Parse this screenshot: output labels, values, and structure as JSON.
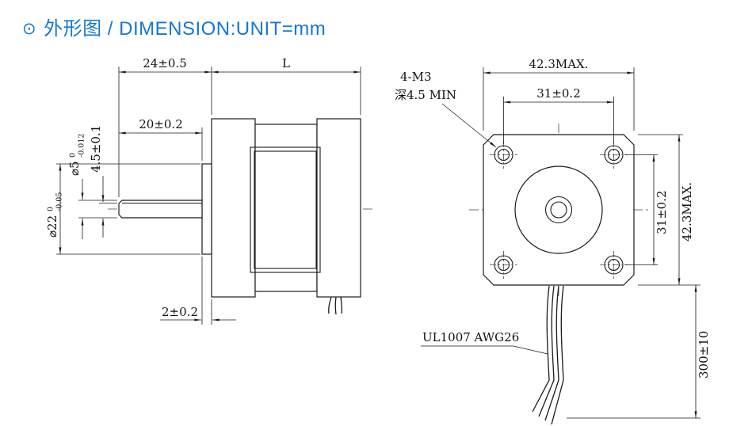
{
  "colors": {
    "accent_blue": "#1677d2",
    "line": "#1a1a1a"
  },
  "title": {
    "bullet": "⊙",
    "text": "外形图 / DIMENSION:UNIT=mm"
  },
  "side_view": {
    "dim_shaft_extension": "24±0.5",
    "dim_body_length": "L",
    "dim_shaft_length": "20±0.2",
    "dim_shaft_flat": "4.5±0.1",
    "shaft_dia": {
      "main": "⌀5",
      "tol_upper": "0",
      "tol_lower": "-0.012"
    },
    "boss_dia": {
      "main": "⌀22",
      "tol_upper": "0",
      "tol_lower": "-0.05"
    },
    "dim_boss_height": "2±0.2"
  },
  "front_view": {
    "dim_width": "42.3MAX.",
    "dim_hole_pitch_h": "31±0.2",
    "hole_callout_line1": "4-M3",
    "hole_callout_line2": "深4.5 MIN",
    "dim_hole_pitch_v": "31±0.2",
    "dim_height": "42.3MAX.",
    "dim_lead_length": "300±10",
    "lead_wire_spec": "UL1007 AWG26"
  }
}
